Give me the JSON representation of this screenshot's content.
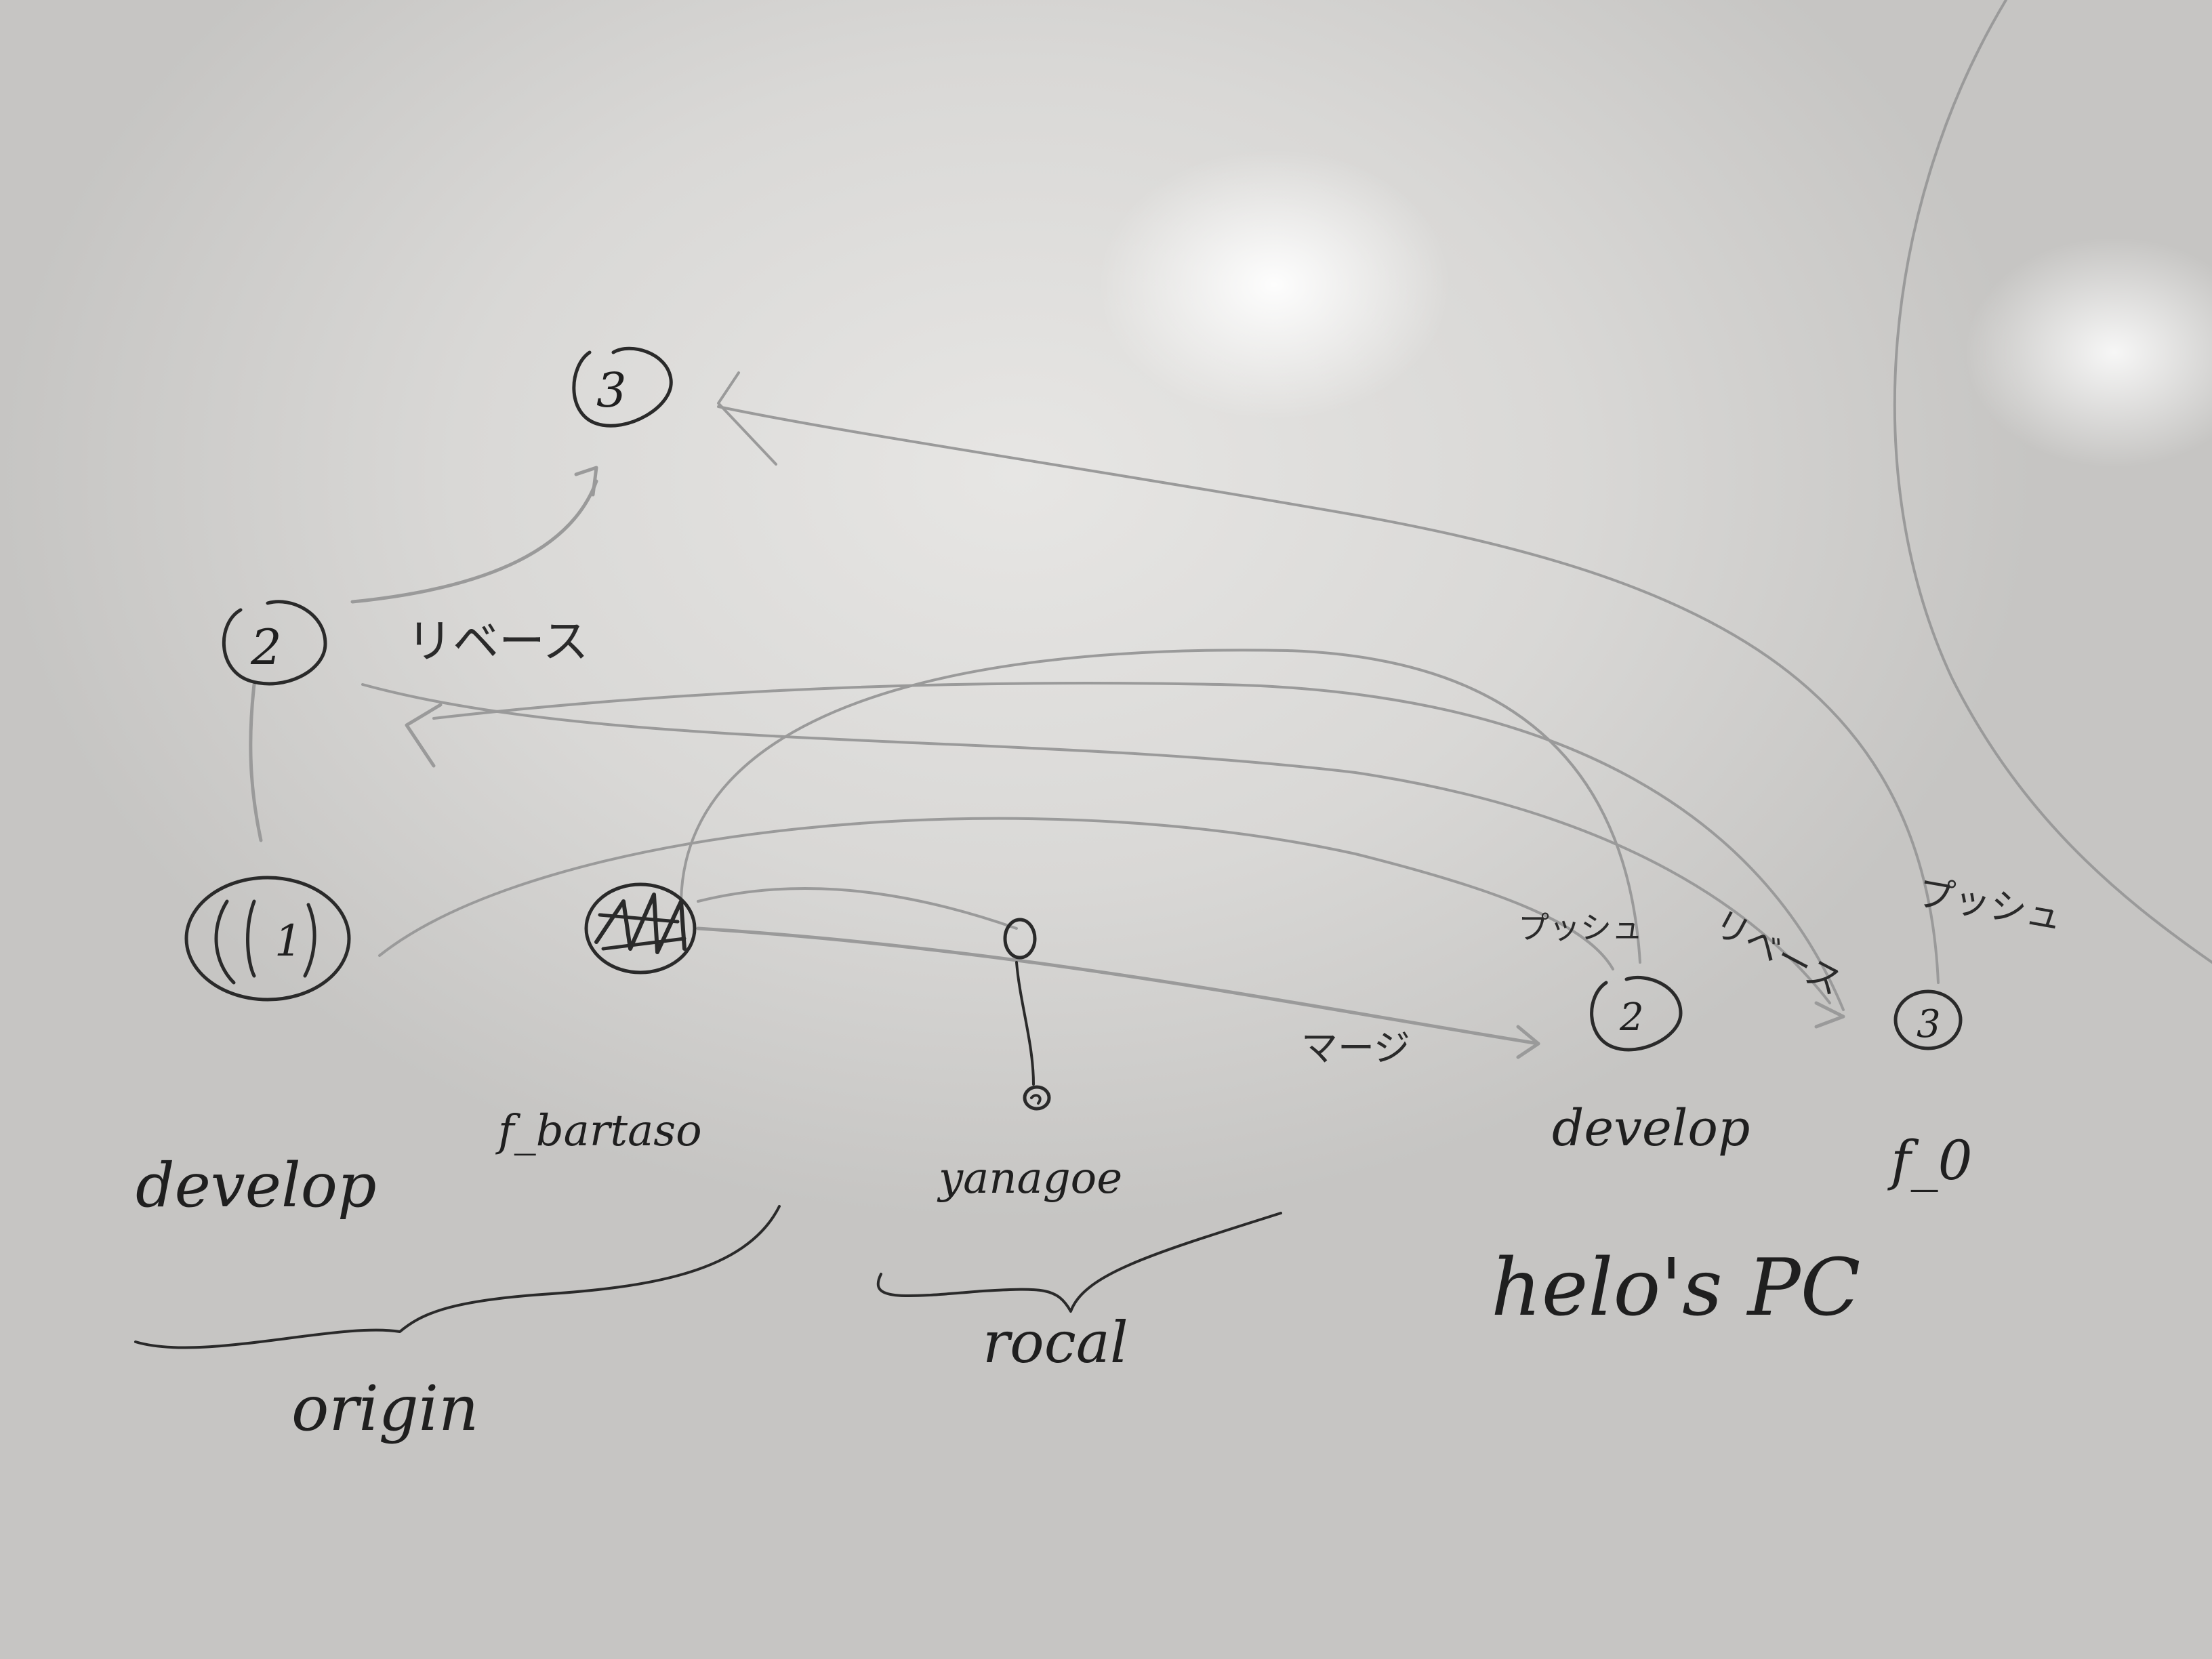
{
  "nodes": {
    "origin_commit_1": "1",
    "origin_commit_2": "2",
    "origin_commit_3": "3",
    "local_commit_2": "2",
    "local_commit_3": "3"
  },
  "labels": {
    "origin_develop": "develop",
    "origin_feature": "f_bartaso",
    "local_branch": "yanagoe",
    "pc_develop": "develop",
    "pc_feature": "f_0",
    "group_origin": "origin",
    "group_local": "rocal",
    "group_pc": "helo's PC"
  },
  "arrow_labels": {
    "release_origin": "リベース",
    "merge": "マージ",
    "push_develop": "プッシュ",
    "release_pc": "リベース",
    "push_feature": "プッシュ"
  }
}
